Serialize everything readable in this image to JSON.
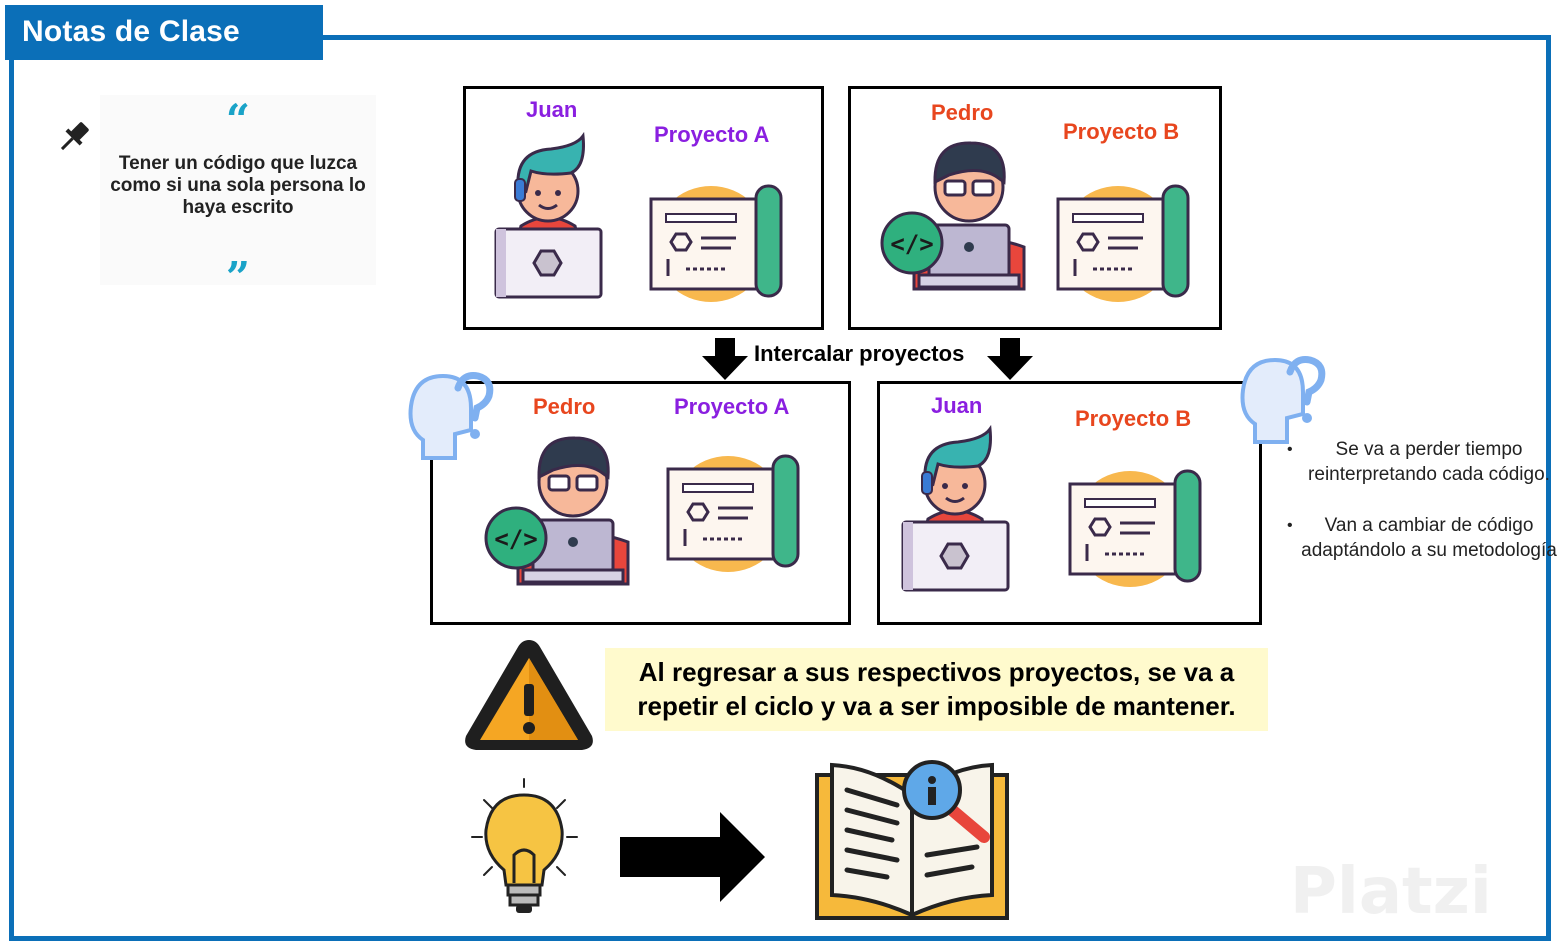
{
  "header": {
    "title": "Notas de Clase"
  },
  "quote": {
    "open_mark": "“",
    "text": "Tener un código que luzca como si una sola persona lo haya escrito",
    "close_mark": "”"
  },
  "panels": {
    "top_left": {
      "person": "Juan",
      "project": "Proyecto A"
    },
    "top_right": {
      "person": "Pedro",
      "project": "Proyecto B"
    },
    "bottom_left": {
      "person": "Pedro",
      "project": "Proyecto A"
    },
    "bottom_right": {
      "person": "Juan",
      "project": "Proyecto B"
    }
  },
  "transition_label": "Intercalar proyectos",
  "consequences": [
    "Se va a perder tiempo reinterpretando cada código.",
    "Van a cambiar de código adaptándolo a su metodología"
  ],
  "warning": {
    "line1": "Al regresar a sus respectivos proyectos, se va a",
    "line2": "repetir el ciclo y va a ser imposible de mantener."
  },
  "watermark": "Platzi",
  "colors": {
    "brand_blue": "#0b6fb8",
    "purple_label": "#8a1fe0",
    "orange_label": "#e8461e",
    "warning_bg": "#fffacd"
  },
  "icons": [
    "pushpin-icon",
    "developer-icon",
    "coder-icon",
    "blueprint-icon",
    "confused-head-icon",
    "warning-icon",
    "lightbulb-icon",
    "arrow-right-icon",
    "book-info-icon"
  ]
}
